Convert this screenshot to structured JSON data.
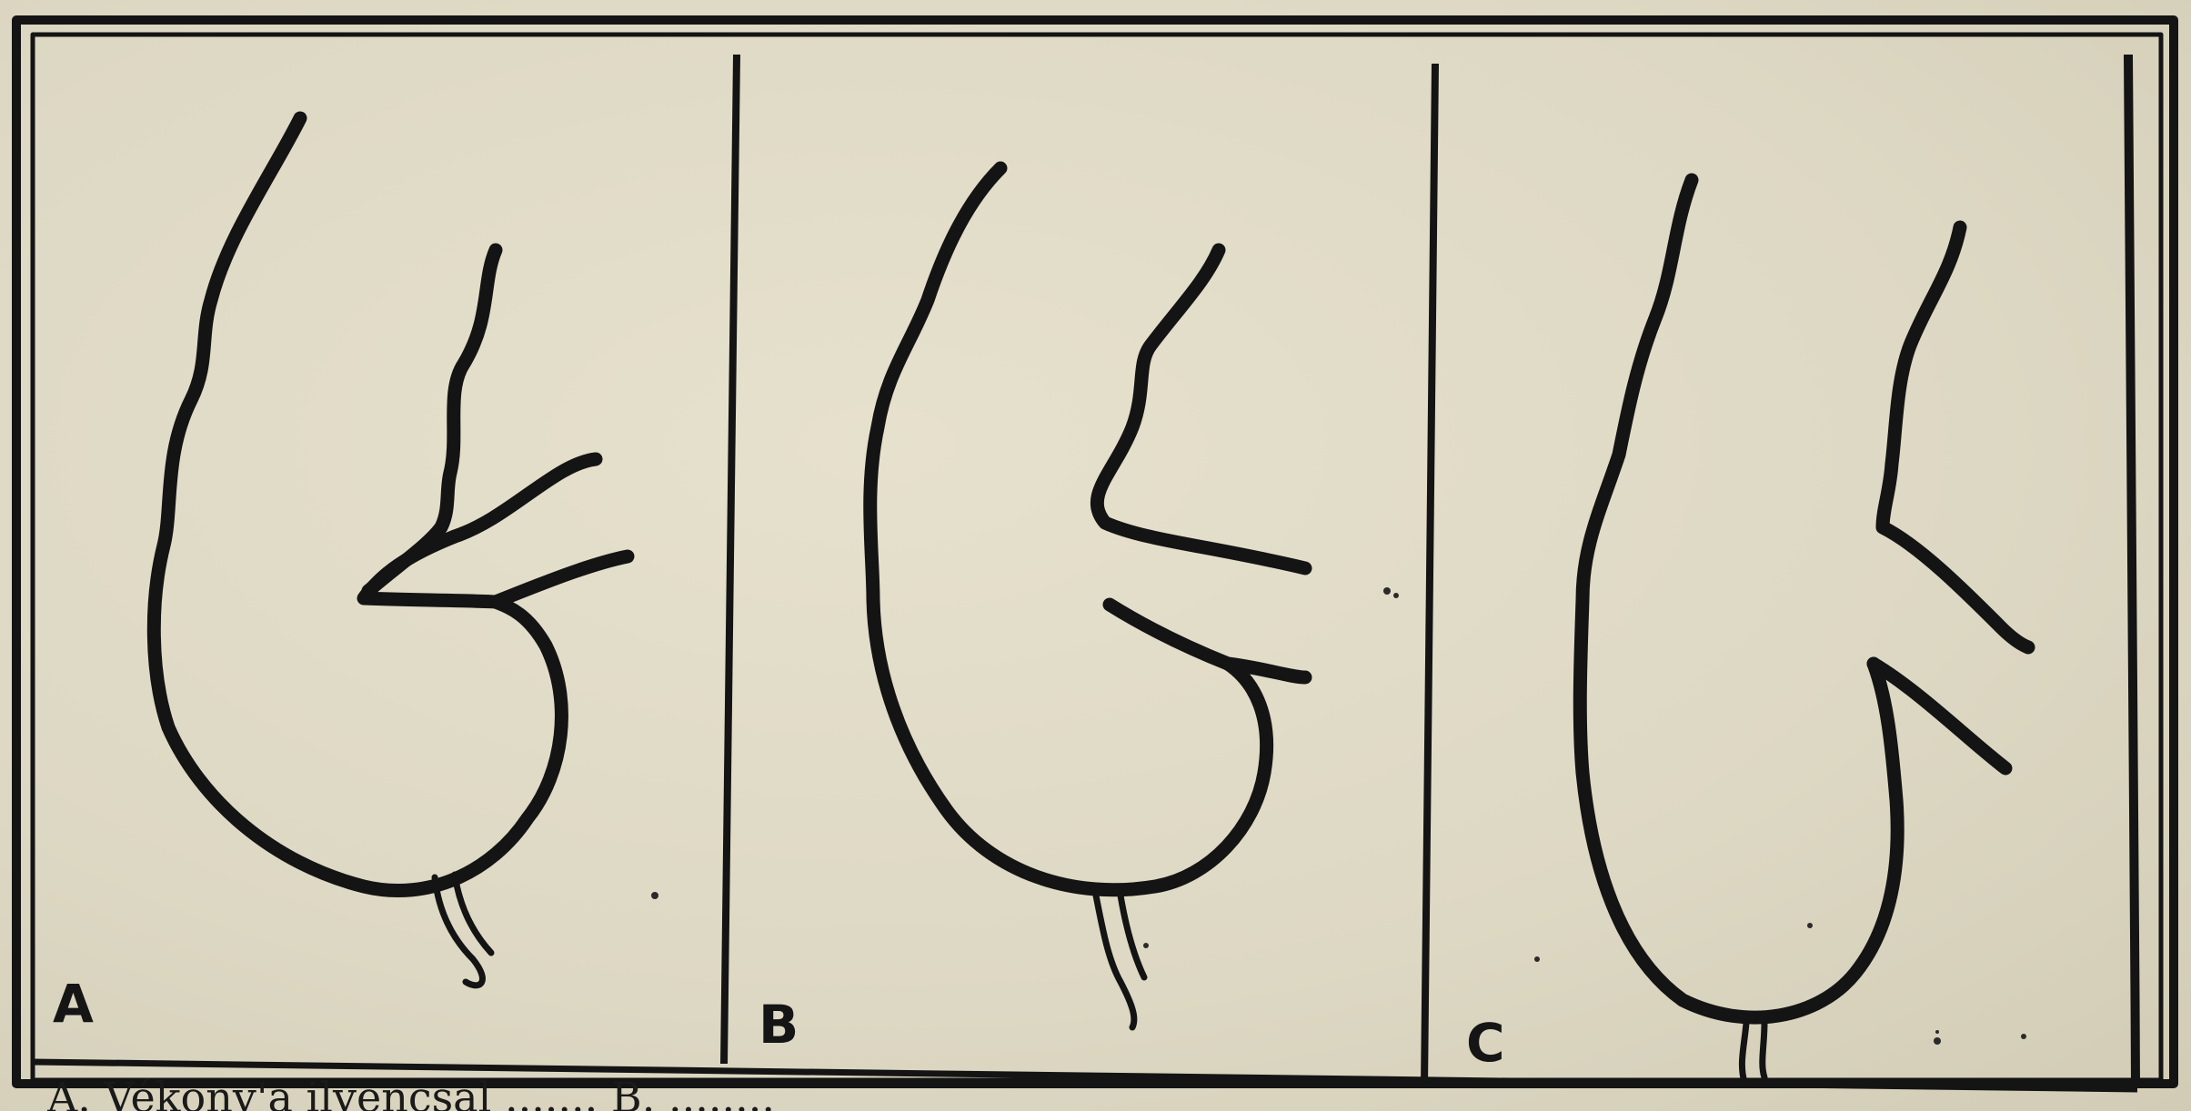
{
  "figure": {
    "panels": [
      {
        "label": "A"
      },
      {
        "label": "B"
      },
      {
        "label": "C"
      }
    ],
    "caption": "A. Vékony'a ilyencsal ....... B. ........",
    "colors": {
      "paper": "#ddd8c4",
      "ink": "#141414"
    }
  }
}
